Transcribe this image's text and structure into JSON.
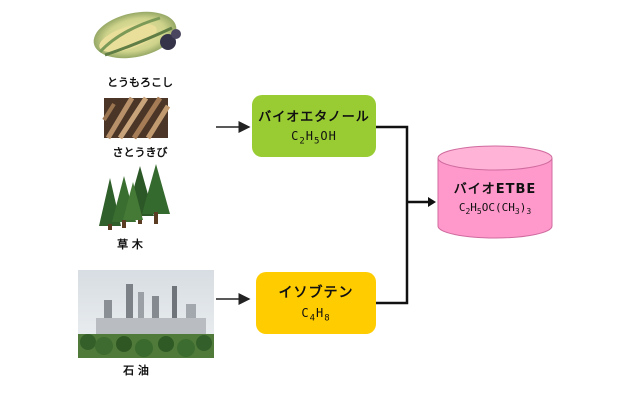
{
  "sources": {
    "corn": {
      "label": "とうもろこし"
    },
    "sugarcane": {
      "label": "さとうきび"
    },
    "trees": {
      "label": "草 木"
    },
    "oil": {
      "label": "石 油"
    }
  },
  "bioethanol": {
    "name": "バイオエタノール",
    "formula_parts": [
      "C",
      "2",
      "H",
      "5",
      "OH"
    ],
    "color": "#99cc33"
  },
  "isobutene": {
    "name": "イソブテン",
    "formula_parts": [
      "C",
      "4",
      "H",
      "8"
    ],
    "color": "#ffcc00"
  },
  "product": {
    "name": "バイオETBE",
    "formula_parts": [
      "C",
      "2",
      "H",
      "5",
      "OC(CH",
      "3",
      ")",
      "3"
    ],
    "color": "#ff99cc"
  }
}
